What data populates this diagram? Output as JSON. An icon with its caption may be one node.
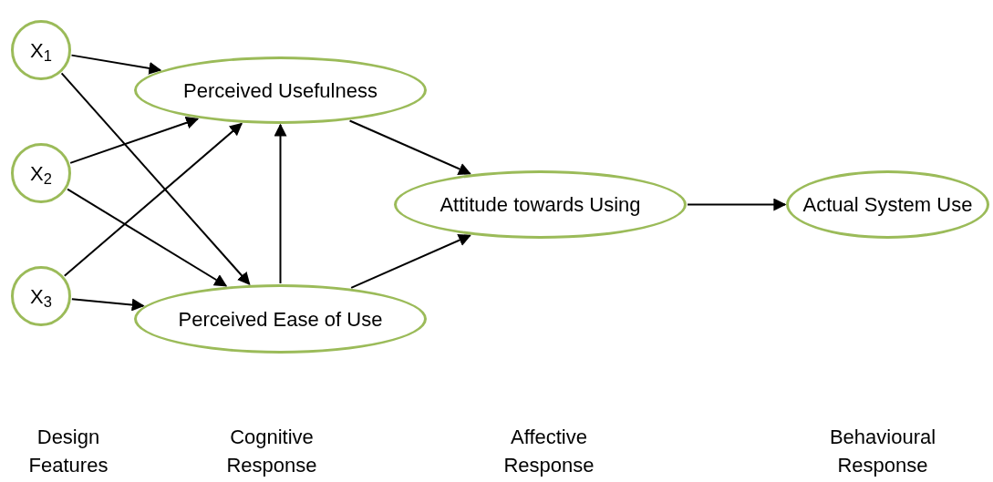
{
  "diagram": {
    "nodes": [
      {
        "text": [
          "X$_{1}$"
        ]
      },
      {
        "text": [
          "X$_{2}$"
        ]
      },
      {
        "text": [
          "X$_{3}$"
        ]
      },
      {
        "text": [
          "Perceived Usefulness"
        ]
      },
      {
        "text": [
          "Perceived Ease of Use"
        ]
      },
      {
        "text": [
          "Attitude towards Using"
        ]
      },
      {
        "text": [
          "Actual System Use"
        ]
      }
    ],
    "edges": [
      {
        "from": 0,
        "to": 3,
        "arrow": "to"
      },
      {
        "from": 0,
        "to": 4,
        "arrow": "to"
      },
      {
        "from": 1,
        "to": 3,
        "arrow": "to"
      },
      {
        "from": 1,
        "to": 4,
        "arrow": "to"
      },
      {
        "from": 2,
        "to": 3,
        "arrow": "to"
      },
      {
        "from": 2,
        "to": 4,
        "arrow": "to"
      },
      {
        "from": 4,
        "to": 3,
        "arrow": "to"
      },
      {
        "from": 3,
        "to": 5,
        "arrow": "to"
      },
      {
        "from": 4,
        "to": 5,
        "arrow": "to"
      },
      {
        "from": 5,
        "to": 6,
        "arrow": "to"
      }
    ],
    "labels": [
      "Design Features",
      "Cognitive Response",
      "Affective Response",
      "Behavioural Response"
    ]
  }
}
